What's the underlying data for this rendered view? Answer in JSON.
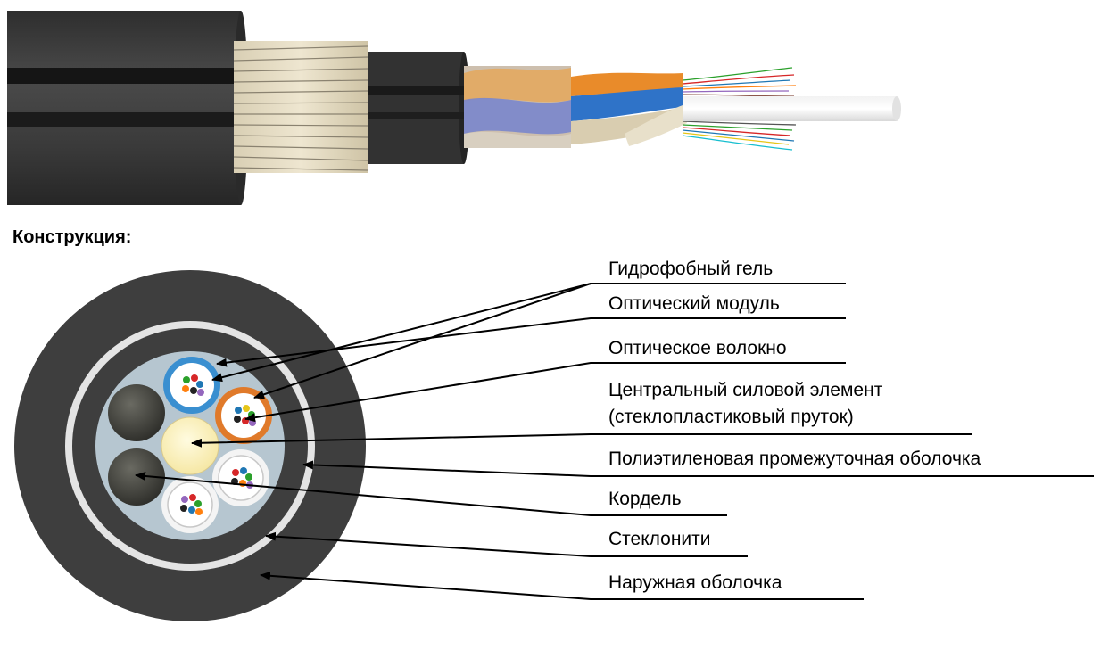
{
  "heading": "Конструкция:",
  "labels": [
    {
      "id": "hydrophobic-gel",
      "text": "Гидрофобный гель"
    },
    {
      "id": "optical-module",
      "text": "Оптический модуль"
    },
    {
      "id": "optical-fiber",
      "text": "Оптическое волокно"
    },
    {
      "id": "central-strength-member",
      "text": "Центральный силовой элемент",
      "text2": "(стеклопластиковый пруток)"
    },
    {
      "id": "pe-inner-sheath",
      "text": "Полиэтиленовая промежуточная оболочка"
    },
    {
      "id": "filler-cord",
      "text": "Кордель"
    },
    {
      "id": "glass-yarn",
      "text": "Стеклонити"
    },
    {
      "id": "outer-sheath",
      "text": "Наружная оболочка"
    }
  ],
  "colors": {
    "sheath": "#3d3d3d",
    "module_blue": "#3a8fd0",
    "module_orange": "#e07a2a",
    "core_yellow": "#fbf0b4",
    "gel_fill": "#b6c6d0",
    "glass_yarn": "#e4e4e4"
  }
}
